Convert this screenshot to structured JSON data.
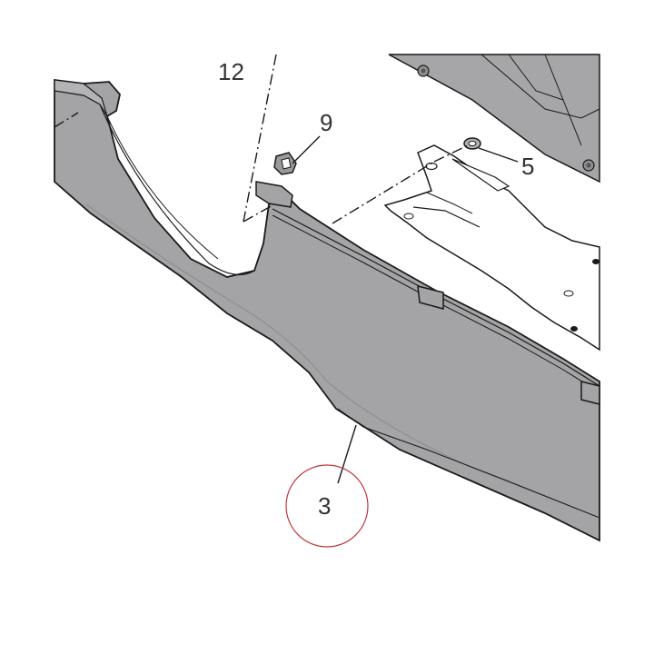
{
  "diagram": {
    "callouts": {
      "c12": "12",
      "c9": "9",
      "c5": "5",
      "c3": "3"
    },
    "colors": {
      "panel_fill": "#a4a4a6",
      "panel_shadow": "#8e8e90",
      "outline": "#1a1a1a",
      "highlight_circle": "#c0343a",
      "bracket_fill": "#ffffff"
    }
  }
}
